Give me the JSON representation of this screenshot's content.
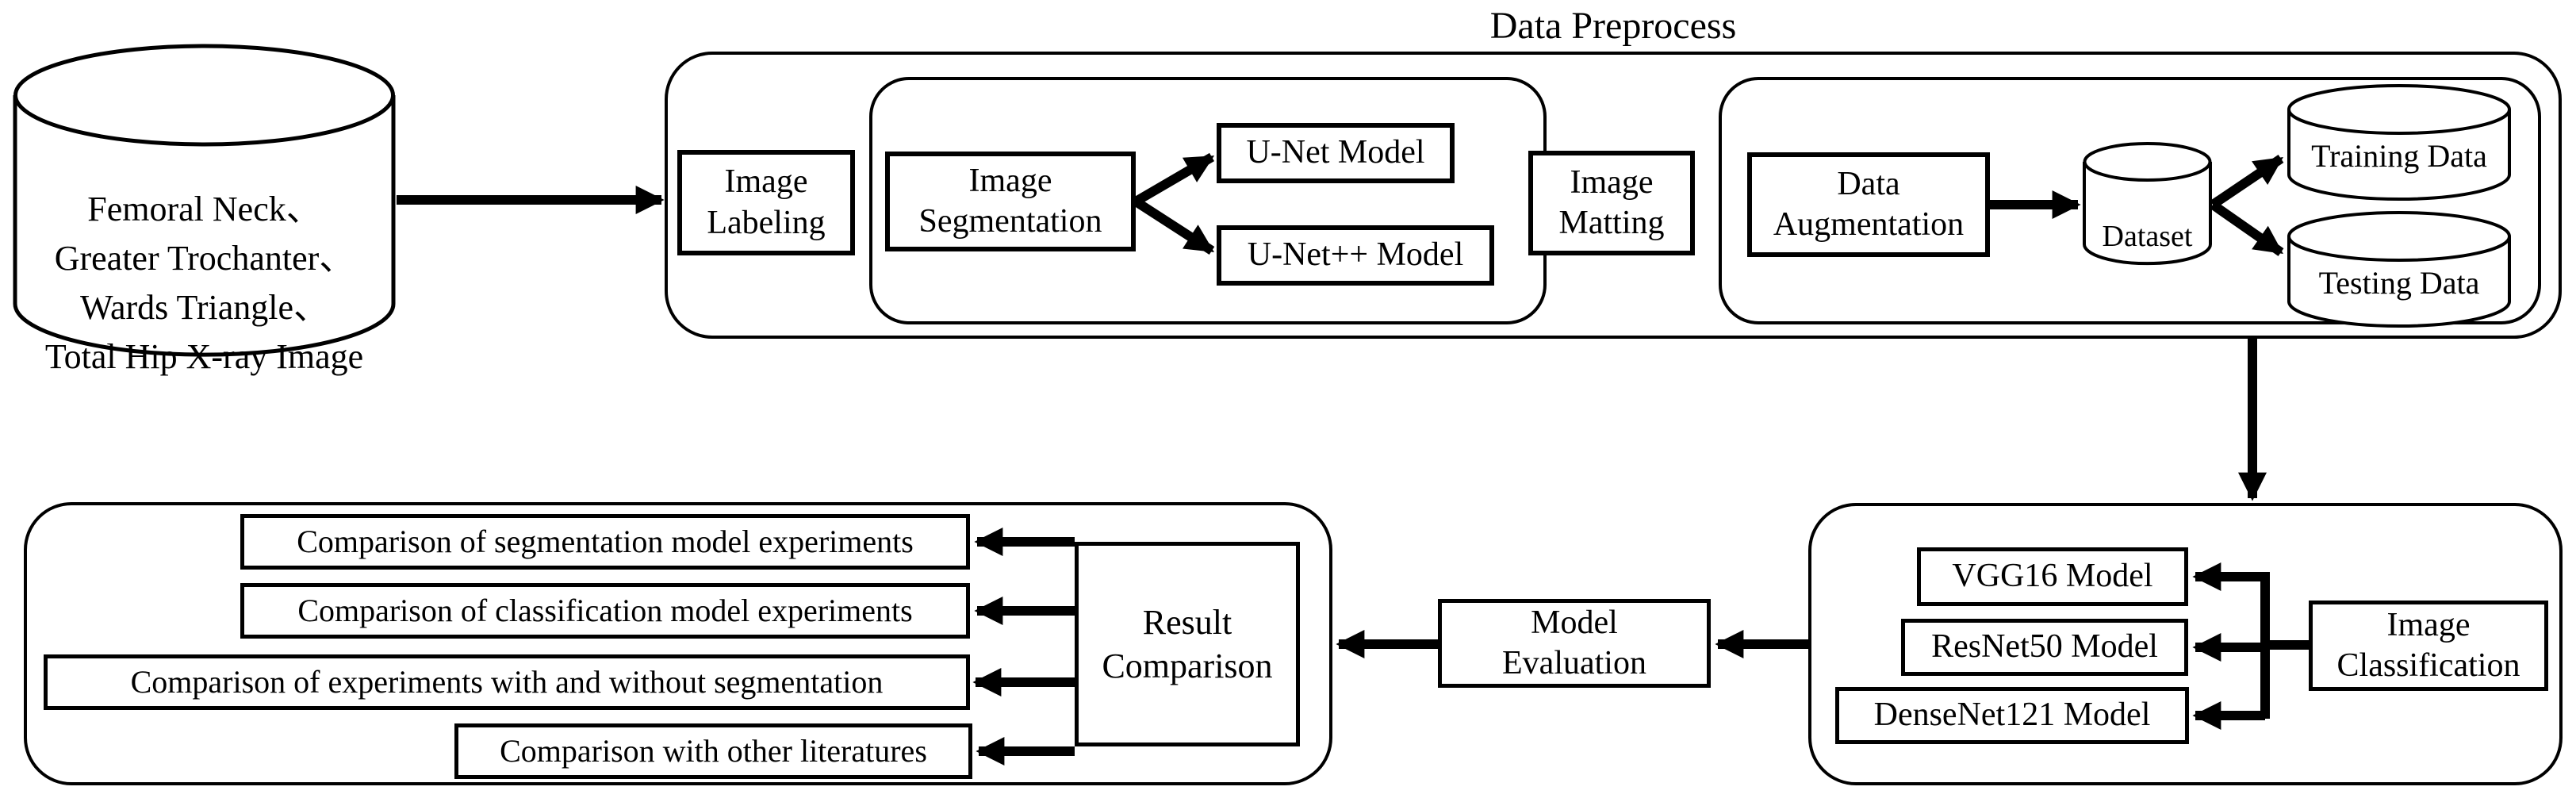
{
  "title": "Data Preprocess",
  "nodes": {
    "source_database": [
      "Femoral Neck、",
      "Greater Trochanter、",
      "Wards Triangle、",
      "Total Hip X-ray Image"
    ],
    "image_labeling": [
      "Image",
      "Labeling"
    ],
    "image_segmentation": [
      "Image",
      "Segmentation"
    ],
    "unet": "U-Net Model",
    "unetpp": "U-Net++ Model",
    "image_matting": [
      "Image",
      "Matting"
    ],
    "data_augmentation": [
      "Data",
      "Augmentation"
    ],
    "dataset": "Dataset",
    "training_data": "Training Data",
    "testing_data": "Testing Data",
    "image_classification": [
      "Image",
      "Classification"
    ],
    "vgg16": "VGG16 Model",
    "resnet50": "ResNet50 Model",
    "densenet121": "DenseNet121 Model",
    "model_evaluation": [
      "Model",
      "Evaluation"
    ],
    "result_comparison": [
      "Result",
      "Comparison"
    ],
    "comparisons": [
      "Comparison of segmentation model experiments",
      "Comparison of classification model experiments",
      "Comparison of experiments with and without segmentation",
      "Comparison with other literatures"
    ]
  },
  "colors": {
    "stroke": "#000000",
    "background": "#ffffff"
  }
}
